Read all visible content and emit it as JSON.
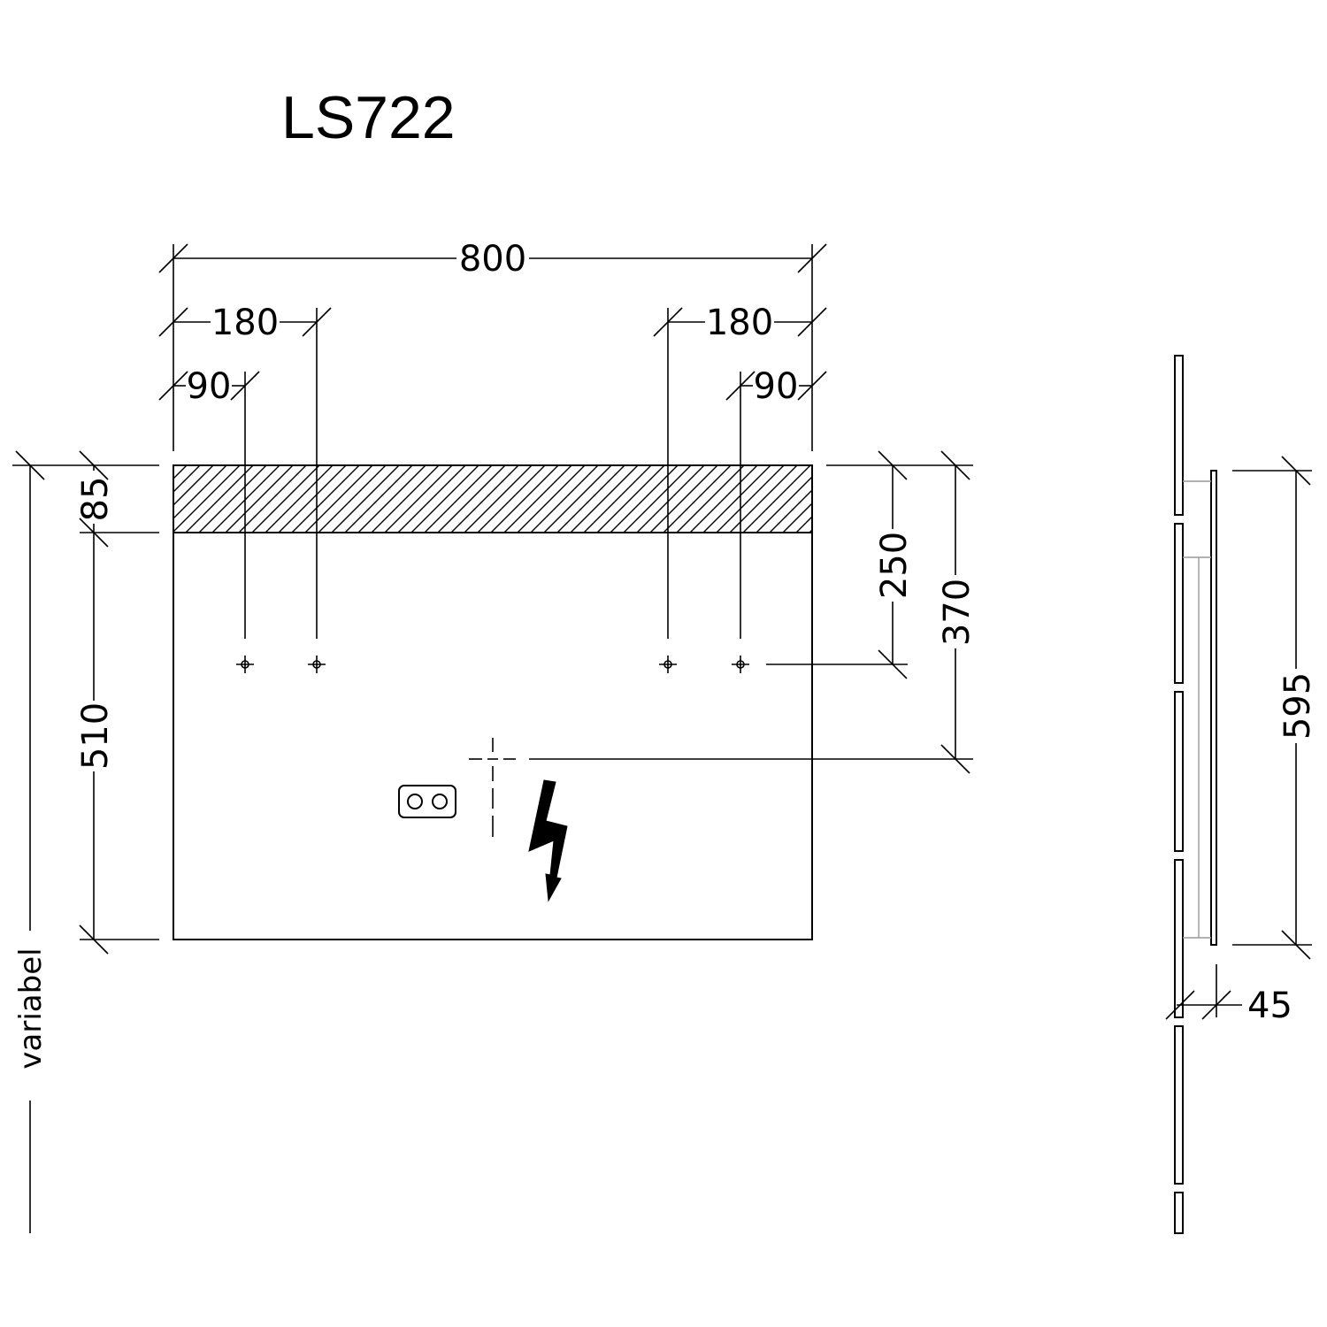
{
  "title": "LS722",
  "dimensions": {
    "total_width": "800",
    "left_outer_spacing": "180",
    "right_outer_spacing": "180",
    "left_inner_spacing": "90",
    "right_inner_spacing": "90",
    "top_band_height": "85",
    "lower_height": "510",
    "screw_height": "250",
    "socket_height": "370",
    "side_height": "595",
    "side_depth": "45",
    "floor_distance": "variabel"
  },
  "colors": {
    "ink": "#000000",
    "background": "#ffffff"
  },
  "icons": {
    "socket": "double-socket-icon",
    "power": "lightning-bolt-icon"
  }
}
